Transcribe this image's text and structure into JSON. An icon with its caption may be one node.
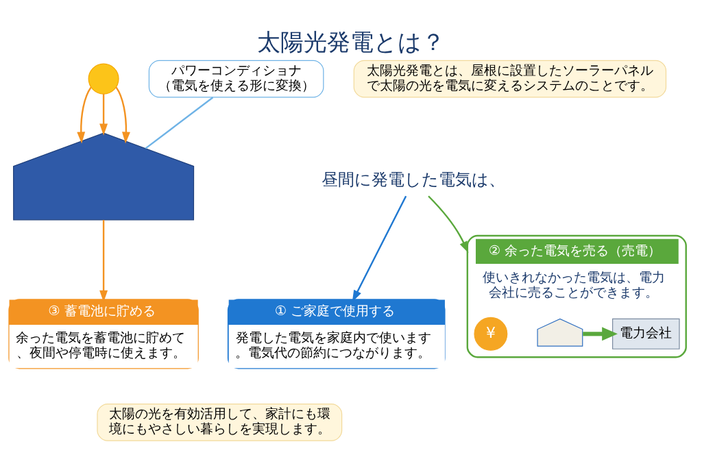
{
  "diagram": {
    "title": "太陽光発電とは？",
    "nodes": [
      {
        "text": [],
        "shape": "circle"
      },
      {
        "text": [
          "太陽光発電とは、屋根に設置したソーラーパネルで太陽の光を電気に変えるシステムのことです。"
        ]
      },
      {
        "text": [],
        "shape": "house"
      },
      {
        "text": [
          "パワーコンディショナ",
          "（電気を使える形に変換）"
        ]
      },
      {
        "text": [
          "昼間に発電した電気は、"
        ]
      },
      {
        "text": [
          "① ご家庭で使用する",
          "発電した電気を家庭内で使います。電気代の節約につながります。"
        ]
      },
      {
        "text": [
          "② 余った電気を売る（売電）",
          "使いきれなかった電気は、電力会社に売ることができます。"
        ]
      },
      {
        "text": [],
        "shape": "house",
        "in": 6
      },
      {
        "text": [
          "¥"
        ],
        "in": 6
      },
      {
        "text": [
          "電力会社"
        ],
        "in": 6
      },
      {
        "text": [
          "③ 蓄電池に貯める",
          "余った電気を蓄電池に貯めて、夜間や停電時に使えます。"
        ]
      },
      {
        "text": [
          "太陽の光を有効活用して、家計にも環境にもやさしい暮らしを実現します。"
        ]
      }
    ],
    "edges": [
      {
        "from": 0,
        "to": 2,
        "arrow": "to"
      },
      {
        "from": 0,
        "to": 2,
        "arrow": "to"
      },
      {
        "from": 0,
        "to": 2,
        "arrow": "to"
      },
      {
        "from": 3,
        "to": 2,
        "arrow": "none",
        "color": "#6fb3e6"
      },
      {
        "from": 4,
        "to": 5,
        "arrow": "to",
        "color": "#1f78d1"
      },
      {
        "from": 4,
        "to": 6,
        "arrow": "to",
        "color": "#5aa83c"
      },
      {
        "from": 2,
        "to": 10,
        "arrow": "to",
        "color": "#f39322"
      },
      {
        "from": 7,
        "to": 9,
        "arrow": "to",
        "color": "#5aa83c",
        "style": "thick"
      }
    ]
  }
}
